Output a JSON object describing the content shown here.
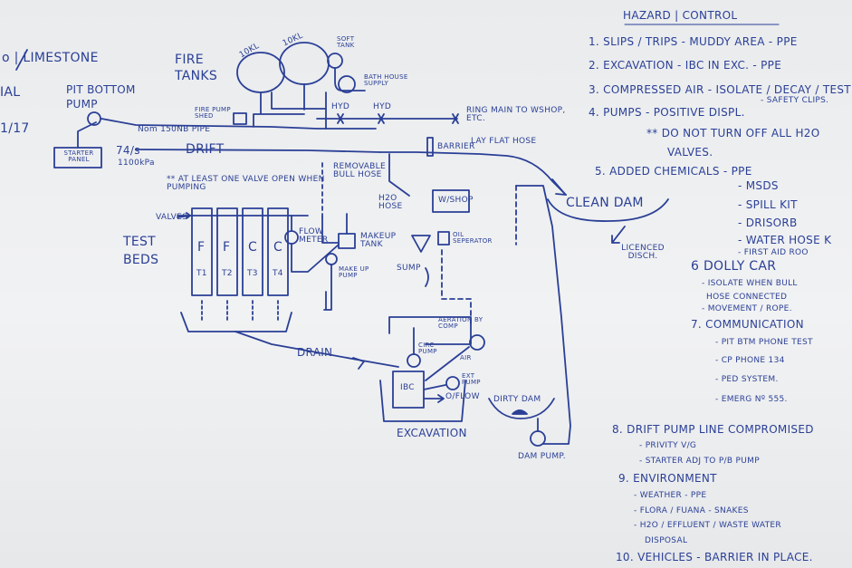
{
  "left_edge": {
    "line1": "o | LIMESTONE",
    "line2": "IAL",
    "line3": "1/17"
  },
  "diagram": {
    "fire_tanks": "FIRE TANKS",
    "tank_cap_1": "10KL",
    "tank_cap_2": "10KL",
    "soft_tank": "SOFT TANK",
    "bath_house_supply": "BATH HOUSE SUPPLY",
    "pit_bottom_pump": "PIT BOTTOM PUMP",
    "pipe_spec": "Nom 150NB PIPE",
    "fire_pump_shed": "FIRE PUMP SHED",
    "hyd1": "HYD",
    "hyd2": "HYD",
    "ring_main": "RING MAIN TO WSHOP, ETC.",
    "starter_panel": "STARTER PANEL",
    "flow_rate": "74/s",
    "head": "1100kPa",
    "drift": "DRIFT",
    "lay_flat_hose": "LAY FLAT HOSE",
    "removable_bull_hose": "REMOVABLE BULL HOSE",
    "barrier": "BARRIER",
    "h2o_hose": "H2O HOSE",
    "wshop": "W/SHOP",
    "clean_dam": "CLEAN DAM",
    "licenced_disch": "LICENCED DISCH.",
    "valve_note": "** AT LEAST ONE VALVE OPEN WHEN PUMPING",
    "valves": "VALVES",
    "test_beds": "TEST BEDS",
    "bed_letters": [
      "F",
      "F",
      "C",
      "C"
    ],
    "bed_ids": [
      "T1",
      "T2",
      "T3",
      "T4"
    ],
    "flow_meter": "FLOW METER",
    "makeup_tank": "MAKEUP TANK",
    "makeup_pump": "MAKE UP PUMP",
    "oil_separator": "OIL SEPERATOR",
    "sump": "SUMP",
    "drain": "DRAIN",
    "aeration": "AERATION BY COMP",
    "air": "AIR",
    "circ_pump": "CIRC PUMP",
    "ext_pump": "EXT PUMP",
    "ibc": "IBC",
    "o_flow": "O/FLOW",
    "dirty_dam": "DIRTY DAM",
    "excavation": "EXCAVATION",
    "dam_pump": "DAM PUMP."
  },
  "hazard_list": {
    "header": "HAZARD | CONTROL",
    "items": [
      "1. SLIPS / TRIPS - MUDDY AREA - PPE",
      "2. EXCAVATION - IBC IN EXC. - PPE",
      "3. COMPRESSED AIR - ISOLATE / DECAY / TEST",
      "- SAFETY CLIPS.",
      "4. PUMPS - POSITIVE DISPL.",
      "** DO NOT TURN OFF ALL H2O",
      "VALVES.",
      "5. ADDED CHEMICALS - PPE",
      "- MSDS",
      "- SPILL KIT",
      "- DRISORB",
      "- WATER HOSE K",
      "- FIRST AID ROO",
      "6 DOLLY CAR",
      "- ISOLATE WHEN BULL",
      "HOSE CONNECTED",
      "- MOVEMENT / ROPE.",
      "7. COMMUNICATION",
      "- PIT BTM PHONE TEST",
      "- CP PHONE 134",
      "- PED SYSTEM.",
      "- EMERG Nº 555.",
      "8. DRIFT PUMP LINE COMPROMISED",
      "- PRIVITY V/G",
      "- STARTER ADJ TO P/B PUMP",
      "9. ENVIRONMENT",
      "- WEATHER - PPE",
      "- FLORA / FUANA - SNAKES",
      "- H2O / EFFLUENT / WASTE WATER",
      "DISPOSAL",
      "10. VEHICLES - BARRIER IN PLACE."
    ]
  },
  "colors": {
    "ink": "#2a3f96",
    "board": "#eceeef"
  }
}
